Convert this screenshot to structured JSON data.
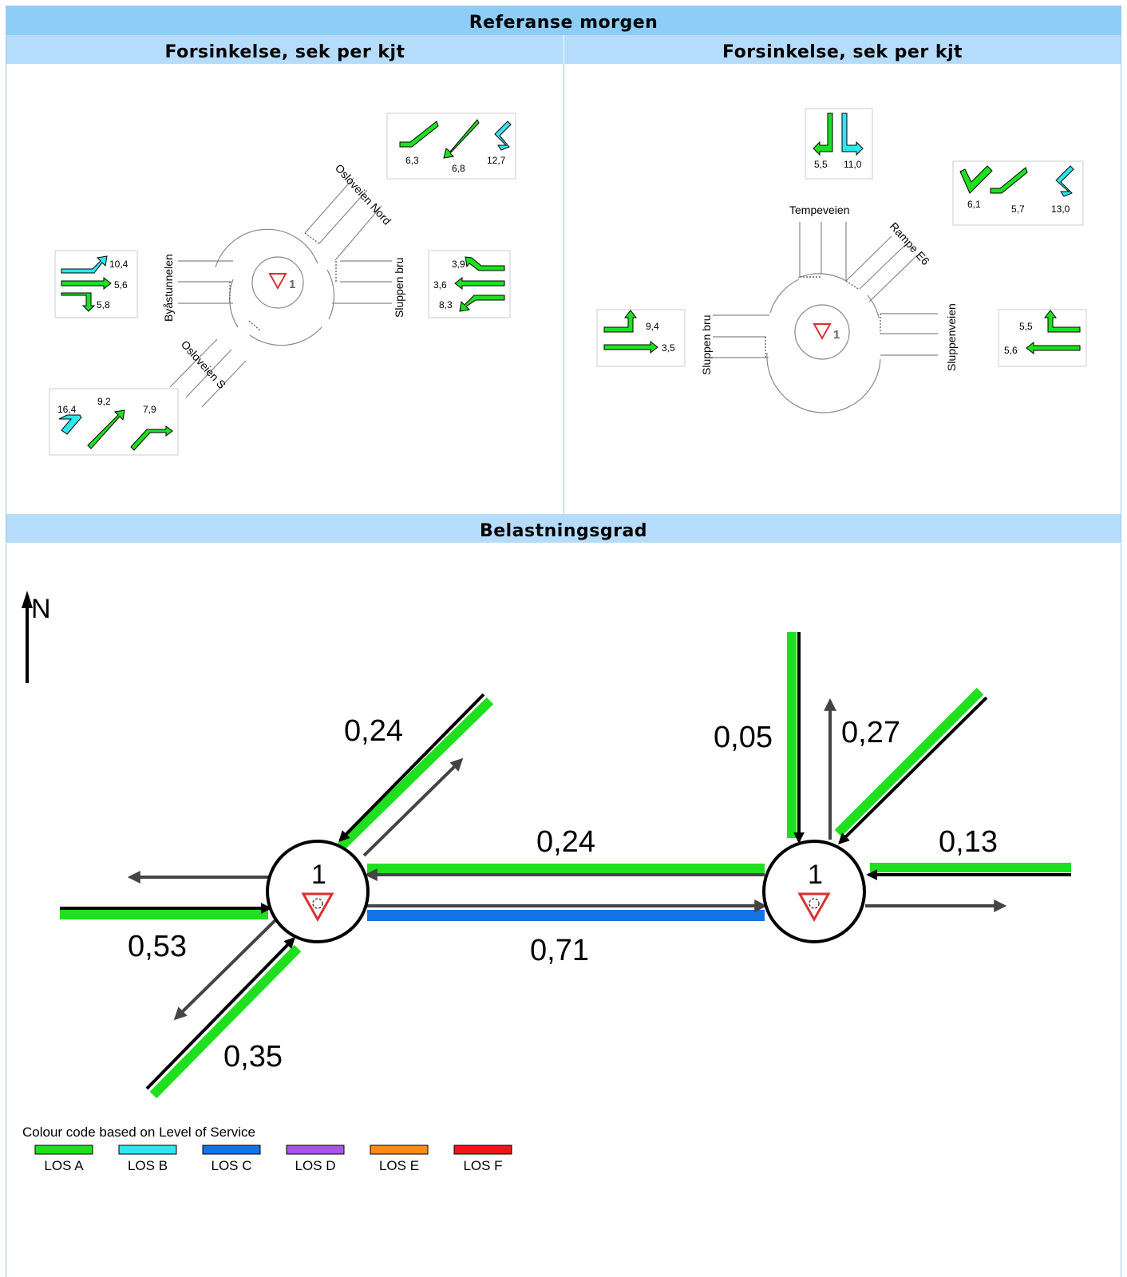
{
  "header": {
    "title": "Referanse morgen",
    "left_subtitle": "Forsinkelse,  sek per kjt",
    "right_subtitle": "Forsinkelse,  sek per kjt",
    "load_title": "Belastningsgrad"
  },
  "left_intersection": {
    "node_id": "1",
    "streets": {
      "ne": "Osloveien Nord",
      "w": "Byåstunnelen",
      "e": "Sluppen bru",
      "sw": "Osloveien S"
    },
    "delays": {
      "ne": [
        "6,3",
        "6,8",
        "12,7"
      ],
      "w": [
        "10,4",
        "5,6",
        "5,8"
      ],
      "e": [
        "3,9",
        "3,6",
        "8,3"
      ],
      "sw": [
        "16,4",
        "9,2",
        "7,9"
      ]
    }
  },
  "right_intersection": {
    "node_id": "1",
    "streets": {
      "n": "Tempeveien",
      "ne": "Rampe E6",
      "w": "Sluppen bru",
      "e": "Sluppenveien"
    },
    "delays": {
      "n": [
        "5,5",
        "11,0"
      ],
      "ne": [
        "6,1",
        "5,7",
        "13,0"
      ],
      "w": [
        "9,4",
        "3,5"
      ],
      "e": [
        "5,5",
        "5,6"
      ]
    }
  },
  "load_diagram": {
    "north_label": "N",
    "node_left": "1",
    "node_right": "1",
    "values": {
      "left_ne_in": "0,24",
      "left_w_in": "0,53",
      "left_sw_in": "0,35",
      "link_westbound": "0,24",
      "link_eastbound": "0,71",
      "right_n_in": "0,05",
      "right_ne_in": "0,27",
      "right_e_in": "0,13"
    }
  },
  "legend": {
    "title": "Colour code based on Level of Service",
    "items": [
      {
        "label": "LOS A",
        "color": "#1ee01e"
      },
      {
        "label": "LOS B",
        "color": "#2ee6f0"
      },
      {
        "label": "LOS C",
        "color": "#1473e6"
      },
      {
        "label": "LOS D",
        "color": "#a855e6"
      },
      {
        "label": "LOS E",
        "color": "#ff8c14"
      },
      {
        "label": "LOS F",
        "color": "#f01414"
      }
    ]
  },
  "colors": {
    "los_a": "#1ee01e",
    "los_b": "#2ee6f0",
    "los_c": "#1473e6",
    "yield_sign": "#d83232"
  }
}
